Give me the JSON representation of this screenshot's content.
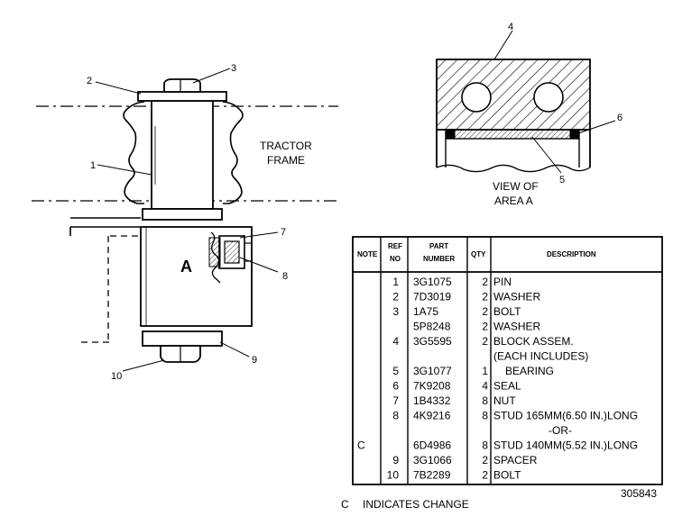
{
  "labels": {
    "tractor_frame_line1": "TRACTOR",
    "tractor_frame_line2": "FRAME",
    "area_a": "A",
    "view_caption_line1": "VIEW OF",
    "view_caption_line2": "AREA A",
    "figure_number": "305843"
  },
  "callouts": [
    "1",
    "2",
    "3",
    "4",
    "5",
    "6",
    "7",
    "8",
    "9",
    "10"
  ],
  "table": {
    "headers": {
      "note": "NOTE",
      "ref_no_line1": "REF",
      "ref_no_line2": "NO",
      "part_number_line1": "PART",
      "part_number_line2": "NUMBER",
      "qty": "QTY",
      "description": "DESCRIPTION"
    },
    "rows": [
      {
        "note": "",
        "ref": "1",
        "part": "3G1075",
        "qty": "2",
        "desc": "PIN"
      },
      {
        "note": "",
        "ref": "2",
        "part": "7D3019",
        "qty": "2",
        "desc": "WASHER"
      },
      {
        "note": "",
        "ref": "3",
        "part": "1A75",
        "qty": "2",
        "desc": "BOLT"
      },
      {
        "note": "",
        "ref": "",
        "part": "5P8248",
        "qty": "2",
        "desc": "WASHER"
      },
      {
        "note": "",
        "ref": "4",
        "part": "3G5595",
        "qty": "2",
        "desc": "BLOCK ASSEM."
      },
      {
        "note": "",
        "ref": "",
        "part": "",
        "qty": "",
        "desc": "(EACH INCLUDES)"
      },
      {
        "note": "",
        "ref": "5",
        "part": "3G1077",
        "qty": "1",
        "desc": "BEARING"
      },
      {
        "note": "",
        "ref": "6",
        "part": "7K9208",
        "qty": "4",
        "desc": "SEAL"
      },
      {
        "note": "",
        "ref": "7",
        "part": "1B4332",
        "qty": "8",
        "desc": "NUT"
      },
      {
        "note": "",
        "ref": "8",
        "part": "4K9216",
        "qty": "8",
        "desc": "STUD 165MM(6.50 IN.)LONG"
      },
      {
        "note": "",
        "ref": "",
        "part": "",
        "qty": "",
        "desc": "-OR-"
      },
      {
        "note": "C",
        "ref": "",
        "part": "6D4986",
        "qty": "8",
        "desc": "STUD 140MM(5.52 IN.)LONG"
      },
      {
        "note": "",
        "ref": "9",
        "part": "3G1066",
        "qty": "2",
        "desc": "SPACER"
      },
      {
        "note": "",
        "ref": "10",
        "part": "7B2289",
        "qty": "2",
        "desc": "BOLT"
      }
    ]
  },
  "footnote": {
    "symbol": "C",
    "text": "INDICATES CHANGE"
  }
}
